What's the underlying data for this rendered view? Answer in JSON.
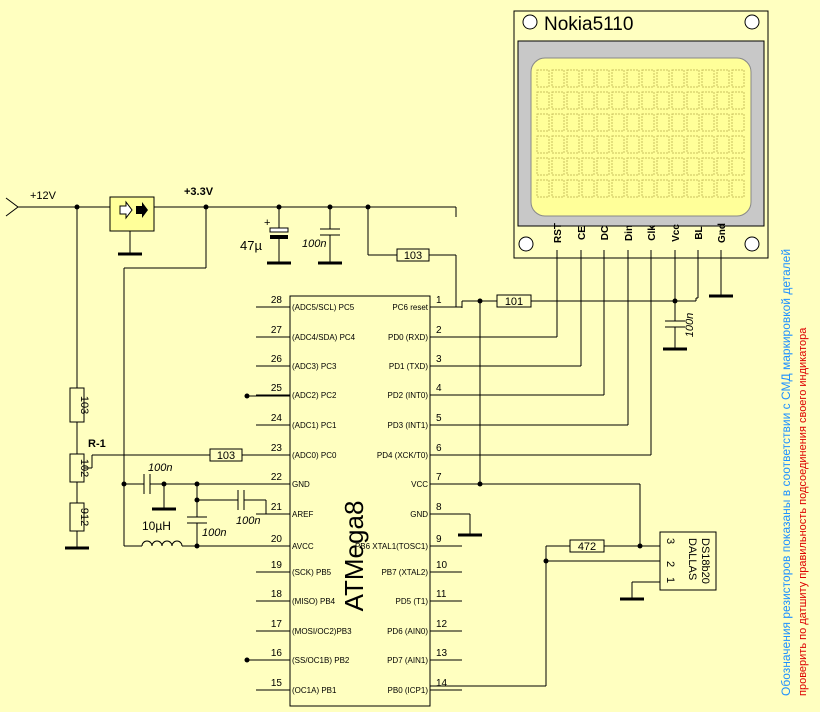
{
  "lcd": {
    "title": "Nokia5110",
    "pins": [
      "RST",
      "CE",
      "DC",
      "Din",
      "Clk",
      "Vcc",
      "BL",
      "Gnd"
    ]
  },
  "mcu": {
    "name": "ATMega8"
  },
  "mcu_left_pins": [
    {
      "num": "28",
      "label": "(ADC5/SCL) PC5"
    },
    {
      "num": "27",
      "label": "(ADC4/SDA) PC4"
    },
    {
      "num": "26",
      "label": "(ADC3) PC3"
    },
    {
      "num": "25",
      "label": "(ADC2) PC2"
    },
    {
      "num": "24",
      "label": "(ADC1) PC1"
    },
    {
      "num": "23",
      "label": "(ADC0) PC0"
    },
    {
      "num": "22",
      "label": "GND"
    },
    {
      "num": "21",
      "label": "AREF"
    },
    {
      "num": "20",
      "label": "AVCC"
    },
    {
      "num": "19",
      "label": "(SCK) PB5"
    },
    {
      "num": "18",
      "label": "(MISO) PB4"
    },
    {
      "num": "17",
      "label": "(MOSI/OC2)PB3"
    },
    {
      "num": "16",
      "label": "(SS/OC1B) PB2"
    },
    {
      "num": "15",
      "label": "(OC1A) PB1"
    }
  ],
  "mcu_right_pins": [
    {
      "num": "1",
      "label": "PC6 reset"
    },
    {
      "num": "2",
      "label": "PD0 (RXD)"
    },
    {
      "num": "3",
      "label": "PD1 (TXD)"
    },
    {
      "num": "4",
      "label": "PD2 (INT0)"
    },
    {
      "num": "5",
      "label": "PD3 (INT1)"
    },
    {
      "num": "6",
      "label": "PD4 (XCK/T0)"
    },
    {
      "num": "7",
      "label": "VCC"
    },
    {
      "num": "8",
      "label": "GND"
    },
    {
      "num": "9",
      "label": "PB6 XTAL1(TOSC1)"
    },
    {
      "num": "10",
      "label": "PB7 (XTAL2)"
    },
    {
      "num": "11",
      "label": "PD5  (T1)"
    },
    {
      "num": "12",
      "label": "PD6 (AIN0)"
    },
    {
      "num": "13",
      "label": "PD7 (AIN1)"
    },
    {
      "num": "14",
      "label": "PB0 (ICP1)"
    }
  ],
  "labels": {
    "v12": "+12V",
    "v33": "+3.3V",
    "c47": "47µ",
    "plus": "+",
    "c100n_a": "100n",
    "c100n_b": "100n",
    "c100n_c": "100n",
    "c100n_d": "100n",
    "c100n_e": "100n",
    "r103_top": "103",
    "r101": "101",
    "r103_adc": "103",
    "r103_left": "103",
    "r102": "102",
    "r912": "912",
    "r472": "472",
    "r1_label": "R-1",
    "l10u": "10µH"
  },
  "ds": {
    "name1": "DS18b20",
    "name2": "DALLAS",
    "pins": [
      "3",
      "2",
      "1"
    ]
  },
  "notes": {
    "line1": "Обозначения резисторов показаны в соответствии с СМД маркировкой деталей",
    "line2": "проверить  по датшиту правильность подсоединения своего  индикатора"
  },
  "colors": {
    "background": "#FFFFC0",
    "lcd_board": "#FFFFC0",
    "lcd_frame": "#C8C8C8",
    "lcd_screen": "#FFFF99",
    "note1": "#1E90FF",
    "note2": "#DD0000"
  }
}
